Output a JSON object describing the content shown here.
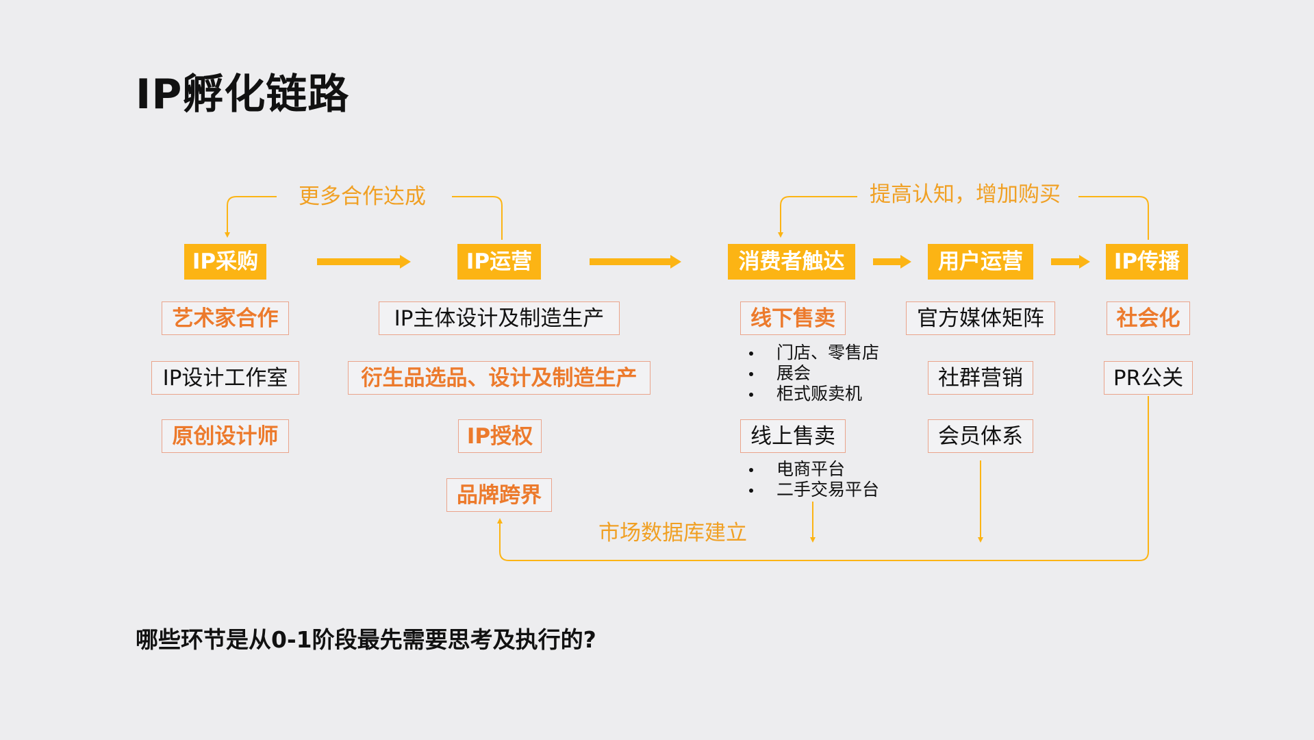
{
  "title": "IP孵化链路",
  "annotations": {
    "more_cooperation": "更多合作达成",
    "awareness": "提高认知，增加购买",
    "database": "市场数据库建立"
  },
  "stages": {
    "procurement": {
      "header": "IP采购",
      "items": [
        "艺术家合作",
        "IP设计工作室",
        "原创设计师"
      ]
    },
    "operation": {
      "header": "IP运营",
      "items": [
        "IP主体设计及制造生产",
        "衍生品选品、设计及制造生产",
        "IP授权",
        "品牌跨界"
      ]
    },
    "consumer_reach": {
      "header": "消费者触达",
      "offline": "线下售卖",
      "offline_details": [
        "门店、零售店",
        "展会",
        "柜式贩卖机"
      ],
      "online": "线上售卖",
      "online_details": [
        "电商平台",
        "二手交易平台"
      ]
    },
    "user_operation": {
      "header": "用户运营",
      "items": [
        "官方媒体矩阵",
        "社群营销",
        "会员体系"
      ]
    },
    "propagation": {
      "header": "IP传播",
      "items": [
        "社会化",
        "PR公关"
      ]
    }
  },
  "question": "哪些环节是从0-1阶段最先需要思考及执行的?",
  "colors": {
    "header_bg": "#fcb414",
    "highlight_text": "#ec7a2c",
    "box_border": "#eaa38a",
    "line": "#fcb414",
    "annotation": "#f0a024"
  }
}
